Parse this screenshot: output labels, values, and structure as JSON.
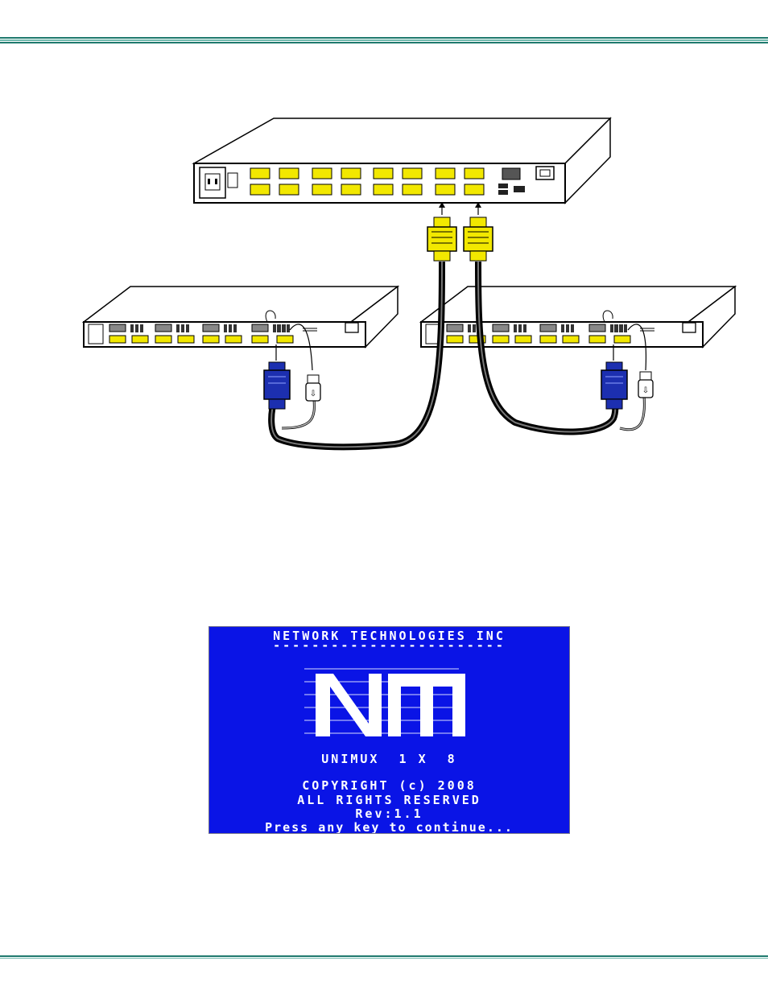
{
  "colors": {
    "rule": "#1f7a6e",
    "screen_bg": "#0a14e6",
    "connector_yellow": "#f2e800",
    "connector_blue": "#1c2fb0"
  },
  "figure": {
    "icons": [
      "master-kvm-switch",
      "slave-kvm-switch",
      "vga-connector-icon",
      "usb-connector-icon",
      "power-inlet-icon",
      "rj45-port-icon"
    ]
  },
  "screen": {
    "company": "NETWORK TECHNOLOGIES INC",
    "divider": "------------------------",
    "model": "UNIMUX  1 X  8",
    "copyright": "COPYRIGHT (c) 2008",
    "rights": "ALL RIGHTS RESERVED",
    "revision": "Rev:1.1",
    "prompt": "Press any key to continue..."
  }
}
